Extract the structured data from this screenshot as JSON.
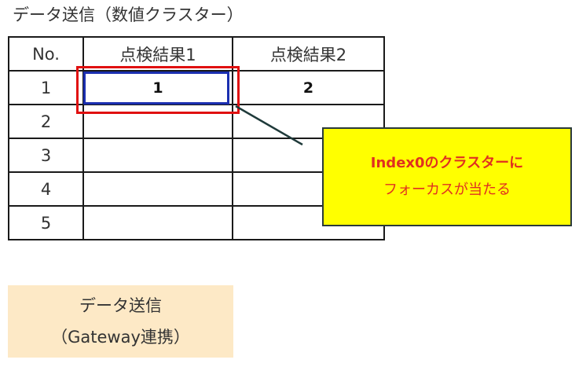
{
  "title": "データ送信（数値クラスター）",
  "table": {
    "headers": [
      "No.",
      "点検結果1",
      "点検結果2"
    ],
    "rows": [
      {
        "no": "1",
        "c1": "1",
        "c2": "2"
      },
      {
        "no": "2",
        "c1": "",
        "c2": ""
      },
      {
        "no": "3",
        "c1": "",
        "c2": ""
      },
      {
        "no": "4",
        "c1": "",
        "c2": ""
      },
      {
        "no": "5",
        "c1": "",
        "c2": ""
      }
    ]
  },
  "callout": {
    "line1": "Index0のクラスターに",
    "line2": "フォーカスが当たる"
  },
  "send_button": {
    "line1": "データ送信",
    "line2": "（Gateway連携）"
  },
  "colors": {
    "focus_inner": "#1b2fb0",
    "focus_outer": "#e01010",
    "callout_bg": "#ffff00",
    "callout_text": "#e03020",
    "button_bg": "#fde9c6"
  }
}
